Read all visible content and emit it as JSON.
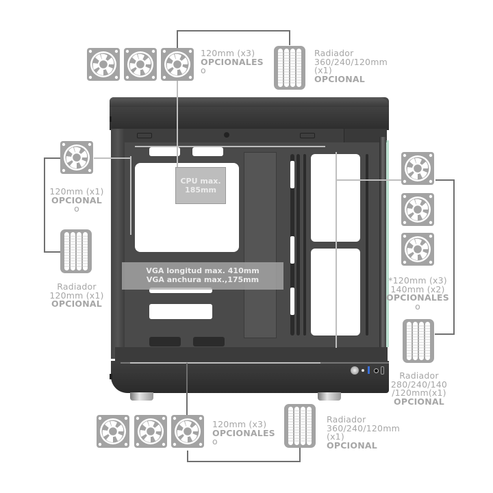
{
  "top": {
    "fans": {
      "size_line": "120mm (x3)",
      "optional": "OPCIONALES",
      "or": "o"
    },
    "radiator": {
      "title": "Radiador",
      "sizes": "360/240/120mm",
      "count": "(x1)",
      "optional": "OPCIONAL"
    }
  },
  "left": {
    "fan": {
      "size_line": "120mm (x1)",
      "optional": "OPCIONAL",
      "or": "o"
    },
    "radiator": {
      "title": "Radiador",
      "sizes": "120mm (x1)",
      "optional": "OPCIONAL"
    }
  },
  "right": {
    "fans": {
      "size_line_1": "*120mm (x3)",
      "size_line_2": "140mm (x2)",
      "optional": "OPCIONALES",
      "or": "o"
    },
    "radiator": {
      "title": "Radiador",
      "sizes_1": "280/240/140",
      "sizes_2": "/120mm(x1)",
      "optional": "OPCIONAL"
    }
  },
  "bottom": {
    "fans": {
      "size_line": "120mm (x3)",
      "optional": "OPCIONALES",
      "or": "o"
    },
    "radiator": {
      "title": "Radiador",
      "sizes": "360/240/120mm",
      "count": "(x1)",
      "optional": "OPCIONAL"
    }
  },
  "cpu_overlay": {
    "line1": "CPU max.",
    "line2": "185mm"
  },
  "vga_overlay": {
    "line1": "VGA longitud max. 410mm",
    "line2": "VGA anchura max.,175mm"
  },
  "colors": {
    "icon_gray": "#a3a3a3",
    "label_gray": "#a6a6a6",
    "connector": "#6f6f6f",
    "case_dark": "#3b3b3b",
    "glass_tint": "#8fc9b0"
  },
  "icons": {
    "fan": "fan-icon",
    "radiator": "radiator-icon"
  }
}
